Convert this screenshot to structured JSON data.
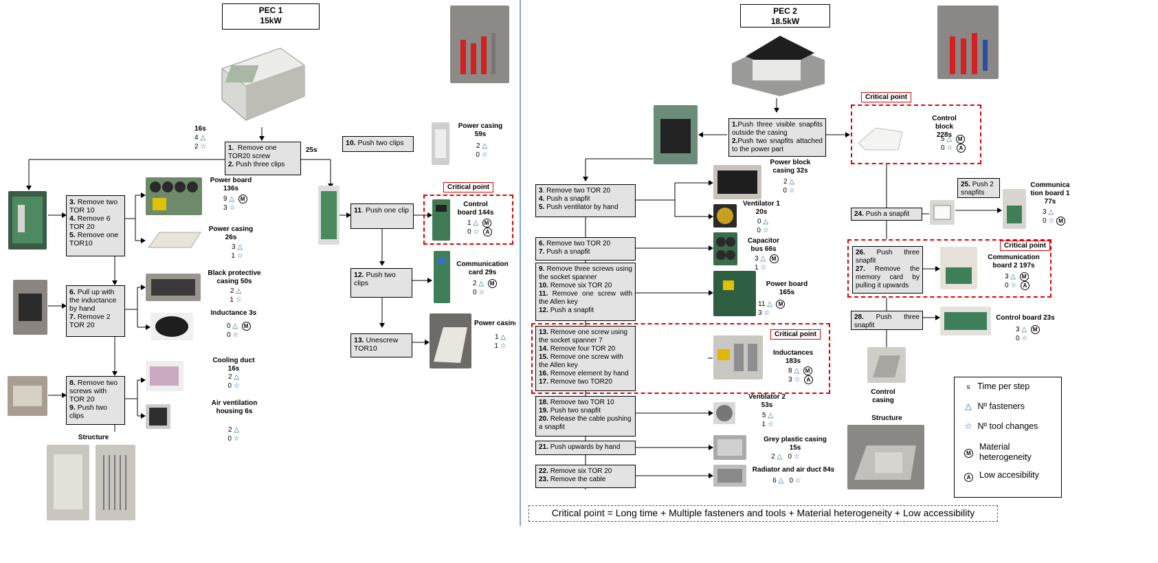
{
  "pec1": {
    "title": "PEC 1",
    "power": "15kW",
    "step1": {
      "n1": "1.",
      "t1": "Remove one TOR20 screw",
      "n2": "2.",
      "t2": "Push three clips"
    },
    "step1_stats": {
      "time": "16s",
      "fast": "4",
      "tool": "2"
    },
    "time_25s": "25s",
    "step3_5": {
      "n3": "3.",
      "t3": "Remove two TOR 10",
      "n4": "4.",
      "t4": "Remove 6 TOR 20",
      "n5": "5.",
      "t5": "Remove one TOR10"
    },
    "step6_7": {
      "n6": "6.",
      "t6": "Pull up with the inductance by hand",
      "n7": "7.",
      "t7": "Remove 2 TOR 20"
    },
    "step8_9": {
      "n8": "8.",
      "t8": "Remove two screws with TOR 20",
      "n9": "9.",
      "t9": "Push two clips"
    },
    "power_board": {
      "name": "Power board",
      "time": "136s",
      "fast": "9",
      "tool": "3"
    },
    "power_casing_a": {
      "name": "Power casing",
      "time": "26s",
      "fast": "3",
      "tool": "1"
    },
    "black_casing": {
      "name": "Black protective casing 50s",
      "fast": "2",
      "tool": "1"
    },
    "inductance": {
      "name": "Inductance 3s",
      "fast": "0",
      "tool": "0"
    },
    "cooling": {
      "name": "Cooling duct",
      "time": "16s",
      "fast": "2",
      "tool": "0"
    },
    "air_vent": {
      "name": "Air ventilation housing 6s",
      "fast": "2",
      "tool": "0"
    },
    "structure": "Structure",
    "step10": {
      "n": "10.",
      "t": "Push two clips"
    },
    "power_casing_b": {
      "name": "Power casing",
      "time": "59s",
      "fast": "2",
      "tool": "0"
    },
    "step11": {
      "n": "11",
      "t": ". Push one clip"
    },
    "control_board": {
      "name": "Control board 144s",
      "fast": "1",
      "tool": "0"
    },
    "step12": {
      "n": "12.",
      "t": "Push two clips"
    },
    "comm_card": {
      "name": "Communication card 29s",
      "fast": "2",
      "tool": "0"
    },
    "step13": {
      "n": "13.",
      "t": "Unescrew TOR10"
    },
    "power_casing_c": {
      "name": "Power casing",
      "fast": "1",
      "tool": "1"
    }
  },
  "pec2": {
    "title": "PEC 2",
    "power": "18.5kW",
    "step1_2": {
      "n1": "1.",
      "t1": "Push three visible snapfits outside the casing",
      "n2": "2.",
      "t2": "Push two snapfits attached to the power part"
    },
    "control_block": {
      "name": "Control block",
      "time": "228s",
      "fast": "5",
      "tool": "0"
    },
    "step3_5": {
      "n3": "3",
      "t3": ". Remove two TOR 20",
      "n4": "4.",
      "t4": "Push a snapfit",
      "n5": "5.",
      "t5": "Push ventilator by hand"
    },
    "power_block": {
      "name": "Power block casing 32s",
      "fast": "2",
      "tool": "0"
    },
    "ventilator1": {
      "name": "Ventilator 1",
      "time": "20s",
      "fast": "0",
      "tool": "0"
    },
    "step6_7": {
      "n6": "6.",
      "t6": "Remove two TOR 20",
      "n7": "7.",
      "t7": "Push a snapfit"
    },
    "capacitor": {
      "name": "Capacitor bus 66s",
      "fast": "3",
      "tool": "1"
    },
    "step9_12": {
      "n9": "9.",
      "t9": "Remove three screws using the socket spanner",
      "n10": "10.",
      "t10": "Remove six TOR 20",
      "n11": "11.",
      "t11": "Remove one screw with the Allen key",
      "n12": "12.",
      "t12": "Push a snapfit"
    },
    "power_board": {
      "name": "Power board",
      "time": "165s",
      "fast": "11",
      "tool": "3"
    },
    "step13_17": {
      "n13": "13.",
      "t13": "Remove one screw using the socket spanner 7",
      "n14": "14.",
      "t14": "Remove four TOR 20",
      "n15": "15.",
      "t15": "Remove one screw with the Allen key",
      "n16": "16.",
      "t16": "Remove element by hand",
      "n17": "17.",
      "t17": "Remove two TOR20"
    },
    "inductances": {
      "name": "Inductances",
      "time": "183s",
      "fast": "8",
      "tool": "3"
    },
    "step18_20": {
      "n18": "18.",
      "t18": "Remove two TOR 10",
      "n19": "19.",
      "t19": "Push two snapfit",
      "n20": "20.",
      "t20": "Release the cable pushing a snapfit"
    },
    "ventilator2": {
      "name": "Ventilator 2",
      "time": "53s",
      "fast": "5",
      "tool": "1"
    },
    "step21": {
      "n": "21.",
      "t": "Push upwards by hand"
    },
    "grey_casing": {
      "name": "Grey plastic casing",
      "time": "15s",
      "fast": "2",
      "tool": "0"
    },
    "step22_23": {
      "n22": "22.",
      "t22": "Remove six TOR 20",
      "n23": "23.",
      "t23": "Remove the cable"
    },
    "radiator": {
      "name": "Radiator and air duct 84s",
      "fast": "6",
      "tool": "0"
    },
    "step24": {
      "n": "24.",
      "t": "Push a snapfit"
    },
    "step25": {
      "n": "25.",
      "t": "Push 2 snapfits"
    },
    "comm_board1": {
      "name": "Communica tion board 1",
      "time": "77s",
      "fast": "3",
      "tool": "0"
    },
    "step26_27": {
      "n26": "26.",
      "t26": "Push three snapfit",
      "n27": "27.",
      "t27": "Remove the memory card by pulling it upwards"
    },
    "comm_board2": {
      "name": "Communication board 2 197s",
      "fast": "3",
      "tool": "0"
    },
    "step28": {
      "n": "28.",
      "t": "Push three snapfit"
    },
    "control_board": {
      "name": "Control board 23s",
      "fast": "3",
      "tool": "0"
    },
    "control_casing": "Control casing",
    "structure": "Structure"
  },
  "critical_label": "Critical point",
  "legend": {
    "time_sym": "s",
    "time": "Time per step",
    "fast_sym": "△",
    "fast": "Nº fasteners",
    "tool_sym": "☆",
    "tool": "Nº tool changes",
    "mat_sym": "M",
    "mat": "Material heterogeneity",
    "acc_sym": "A",
    "acc": "Low accesibility"
  },
  "sym": {
    "tri": "△",
    "star": "☆",
    "M": "M",
    "A": "A"
  },
  "footer": "Critical point = Long time + Multiple fasteners and tools + Material heterogeneity + Low accessibility",
  "colors": {
    "critical": "#e00000",
    "box": "#e3e3e3",
    "symbol": "#1a5d9c",
    "divider": "#2e6fb5"
  }
}
